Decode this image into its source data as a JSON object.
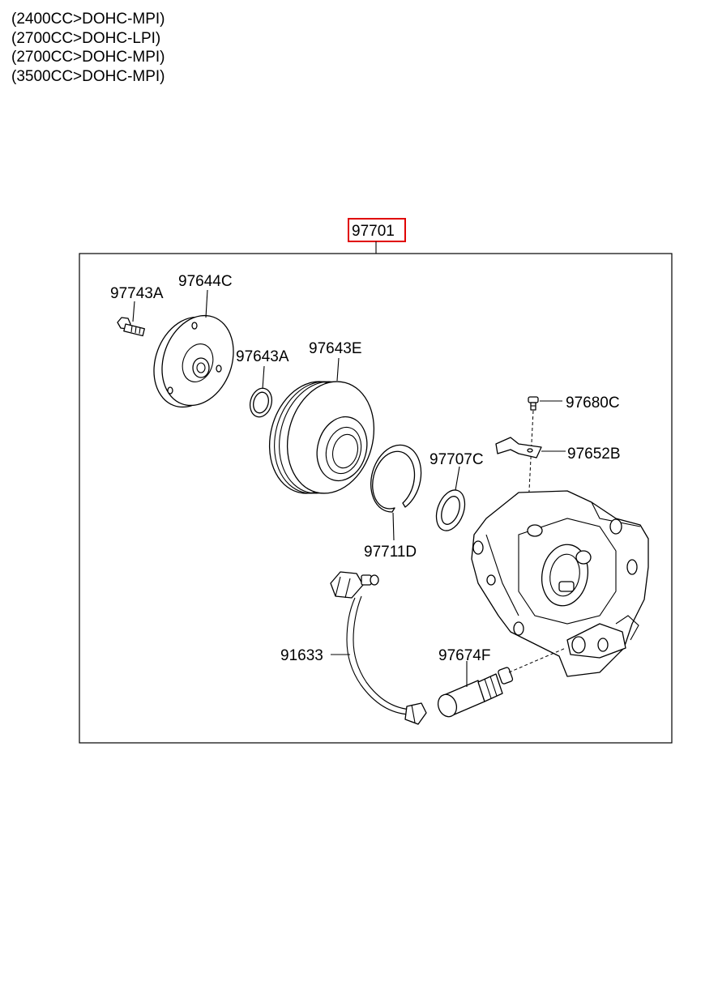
{
  "engine_variants": [
    "(2400CC>DOHC-MPI)",
    "(2700CC>DOHC-LPI)",
    "(2700CC>DOHC-MPI)",
    "(3500CC>DOHC-MPI)"
  ],
  "assembly": {
    "part_number": "97701",
    "highlight_color": "#e00000"
  },
  "parts": {
    "bolt": "97743A",
    "clutch_hub": "97644C",
    "snap_ring": "97643A",
    "pulley": "97643E",
    "screw": "97680C",
    "bracket": "97652B",
    "shim": "97707C",
    "coil_ring": "97711D",
    "wiring": "91633",
    "pressure_switch": "97674F"
  },
  "icons": {
    "bolt": "bolt-icon",
    "clutch_hub": "clutch-hub-icon",
    "snap_ring": "snap-ring-icon",
    "pulley": "pulley-icon",
    "screw": "screw-icon",
    "bracket": "bracket-icon",
    "shim": "shim-icon",
    "coil_ring": "coil-ring-icon",
    "wiring": "wiring-harness-icon",
    "pressure_switch": "pressure-switch-icon",
    "compressor": "compressor-icon"
  }
}
